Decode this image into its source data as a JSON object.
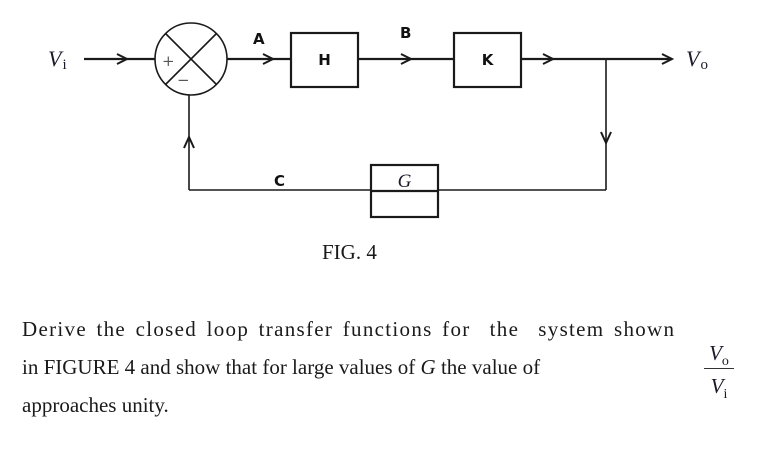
{
  "figure": {
    "input_signal": {
      "symbol": "V",
      "subscript": "i"
    },
    "output_signal": {
      "symbol": "V",
      "subscript": "o"
    },
    "summing_junction": {
      "plus_sign": "+",
      "minus_sign": "−"
    },
    "node_labels": {
      "a": "A",
      "b": "B",
      "c": "C"
    },
    "blocks": {
      "forward_1": "H",
      "forward_2": "K",
      "feedback": "G"
    },
    "caption": "FIG. 4"
  },
  "question": {
    "line1": "Derive the closed loop transfer functions for  the  system shown",
    "line2_pre": "in FIGURE 4 and show that for large values of ",
    "line2_var": "G",
    "line2_post": " the value of",
    "line3": "approaches unity.",
    "fraction": {
      "numerator": {
        "symbol": "V",
        "subscript": "o"
      },
      "denominator": {
        "symbol": "V",
        "subscript": "i"
      }
    }
  },
  "colors": {
    "ink": "#1a1a1a",
    "background": "#ffffff"
  }
}
